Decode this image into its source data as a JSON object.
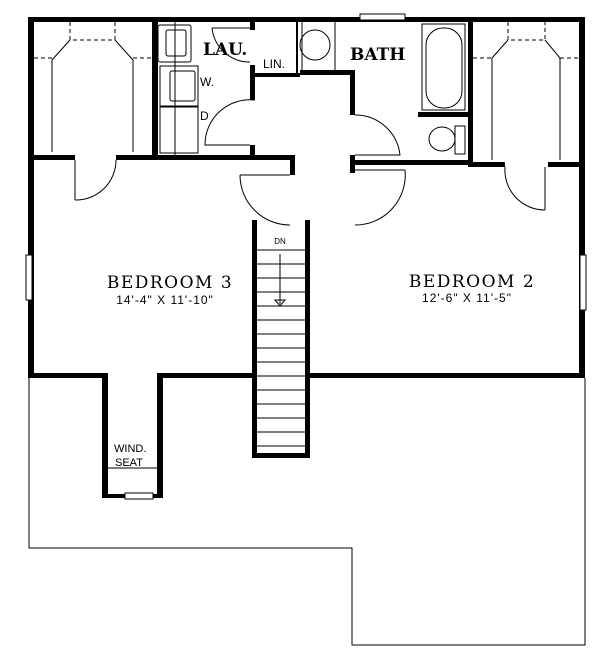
{
  "plan": {
    "rooms": {
      "laundry": {
        "label": "LAU."
      },
      "linen": {
        "label": "LIN."
      },
      "bath": {
        "label": "BATH"
      },
      "bedroom3": {
        "label": "BEDROOM 3",
        "dimensions": "14'-4\" X 11'-10\""
      },
      "bedroom2": {
        "label": "BEDROOM 2",
        "dimensions": "12'-6\" X 11'-5\""
      },
      "window_seat": {
        "label_line1": "WIND.",
        "label_line2": "SEAT"
      }
    },
    "appliances": {
      "washer": "W.",
      "dryer": "D"
    },
    "stairs": {
      "direction": "DN"
    }
  }
}
